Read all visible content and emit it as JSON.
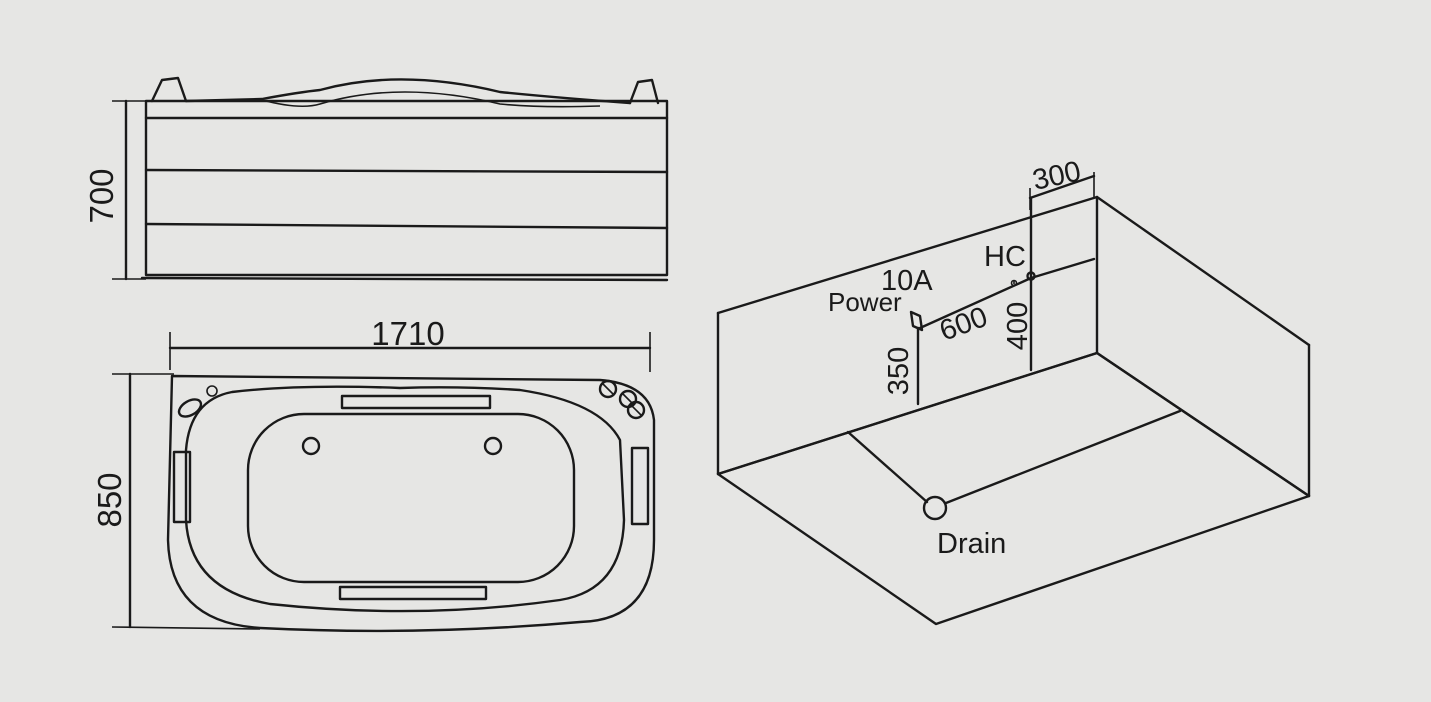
{
  "side_view": {
    "height_dim": "700"
  },
  "top_view": {
    "length_dim": "1710",
    "width_dim": "850"
  },
  "install_view": {
    "dim_300": "300",
    "dim_600": "600",
    "dim_400": "400",
    "dim_350": "350",
    "hc_label": "HC",
    "amp_label": "10A",
    "power_label": "Power",
    "drain_label": "Drain"
  }
}
